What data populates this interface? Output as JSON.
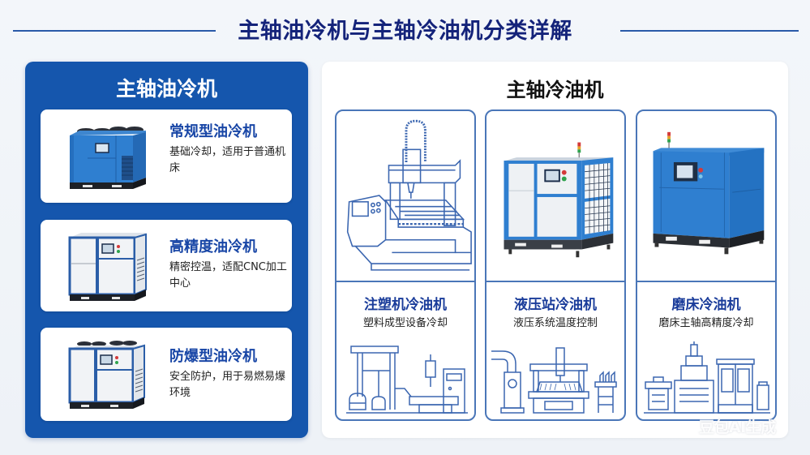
{
  "header": {
    "title": "主轴油冷机与主轴冷油机分类详解"
  },
  "left_panel": {
    "title": "主轴油冷机",
    "items": [
      {
        "title": "常规型油冷机",
        "desc": "基础冷却，适用于普通机床",
        "image": "blue-oil-chiller-with-top-fans"
      },
      {
        "title": "高精度油冷机",
        "desc": "精密控温，适配CNC加工中心",
        "image": "white-blue-cabinet-chiller"
      },
      {
        "title": "防爆型油冷机",
        "desc": "安全防护，用于易燃易爆环境",
        "image": "white-blue-chiller-with-top-fans"
      }
    ]
  },
  "right_panel": {
    "title": "主轴冷油机",
    "cards": [
      {
        "title": "注塑机冷油机",
        "desc": "塑料成型设备冷却",
        "image": "cnc-gantry-line-drawing",
        "scene": "injection-molding-scene"
      },
      {
        "title": "液压站冷油机",
        "desc": "液压系统温度控制",
        "image": "white-blue-chiller-with-grille",
        "scene": "hydraulic-station-scene"
      },
      {
        "title": "磨床冷油机",
        "desc": "磨床主轴高精度冷却",
        "image": "blue-cabinet-chiller",
        "scene": "grinding-machine-scene"
      }
    ]
  },
  "colors": {
    "header_title": "#14237a",
    "header_rule": "#2a5aa8",
    "left_panel_bg": "#1556ad",
    "item_title": "#1846a6",
    "card_border": "#4a76b8",
    "card_title": "#1a3c9a",
    "machine_blue": "#2f7fd0"
  },
  "watermark": "豆包AI生成"
}
